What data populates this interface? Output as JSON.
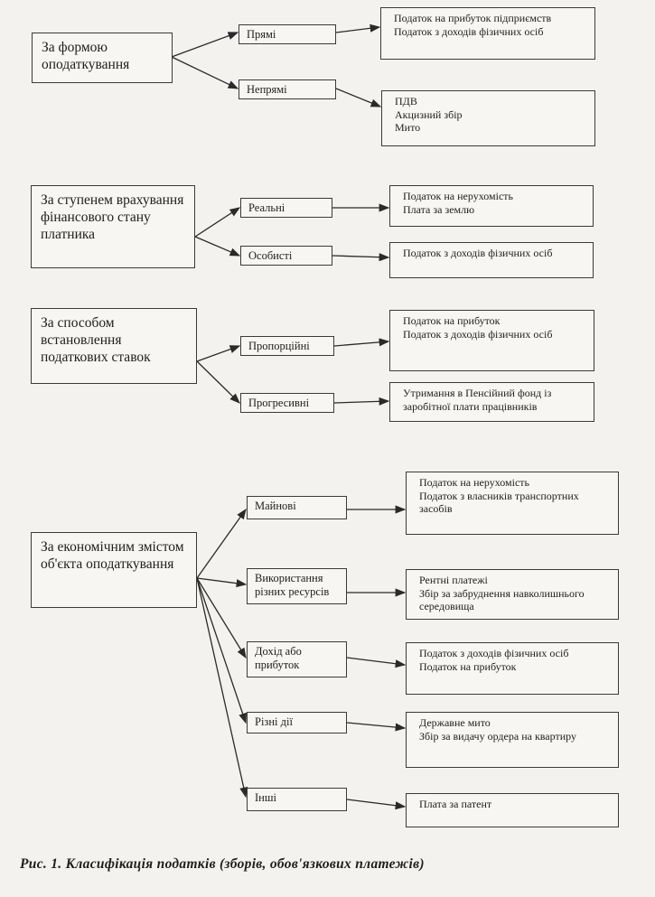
{
  "categories": [
    {
      "label": "За формою оподаткування"
    },
    {
      "label": "За ступенем врахування фінансового стану платника"
    },
    {
      "label": "За способом встановлення податкових ставок"
    },
    {
      "label": "За економічним змістом об'єкта оподаткування"
    }
  ],
  "types": [
    {
      "label": "Прямі"
    },
    {
      "label": "Непрямі"
    },
    {
      "label": "Реальні"
    },
    {
      "label": "Особисті"
    },
    {
      "label": "Пропорційні"
    },
    {
      "label": "Прогресивні"
    },
    {
      "label": "Майнові"
    },
    {
      "label": "Використання різних ресурсів"
    },
    {
      "label": "Дохід або прибуток"
    },
    {
      "label": "Різні дії"
    },
    {
      "label": "Інші"
    }
  ],
  "examples": [
    {
      "lines": [
        "Податок на прибуток підприємств",
        "Податок з доходів фізичних осіб"
      ]
    },
    {
      "lines": [
        "ПДВ",
        "Акцизний збір",
        "Мито"
      ]
    },
    {
      "lines": [
        "Податок на нерухомість",
        "Плата за землю"
      ]
    },
    {
      "lines": [
        "Податок з доходів фізичних осіб"
      ]
    },
    {
      "lines": [
        "Податок на прибуток",
        "Податок з доходів фізичних осіб"
      ]
    },
    {
      "lines": [
        "Утримання в Пенсійний фонд із заробітної плати працівників"
      ]
    },
    {
      "lines": [
        "Податок на нерухомість",
        "Податок з власників транспортних засобів"
      ]
    },
    {
      "lines": [
        "Рентні платежі",
        "Збір за забруднення навколишнього середовища"
      ]
    },
    {
      "lines": [
        "Податок з доходів фізичних осіб",
        "Податок на прибуток"
      ]
    },
    {
      "lines": [
        "Державне мито",
        "Збір за видачу ордера на квартиру"
      ]
    },
    {
      "lines": [
        "Плата за патент"
      ]
    }
  ],
  "caption": "Рис. 1. Класифікація податків (зборів, обов'язкових платежів)"
}
